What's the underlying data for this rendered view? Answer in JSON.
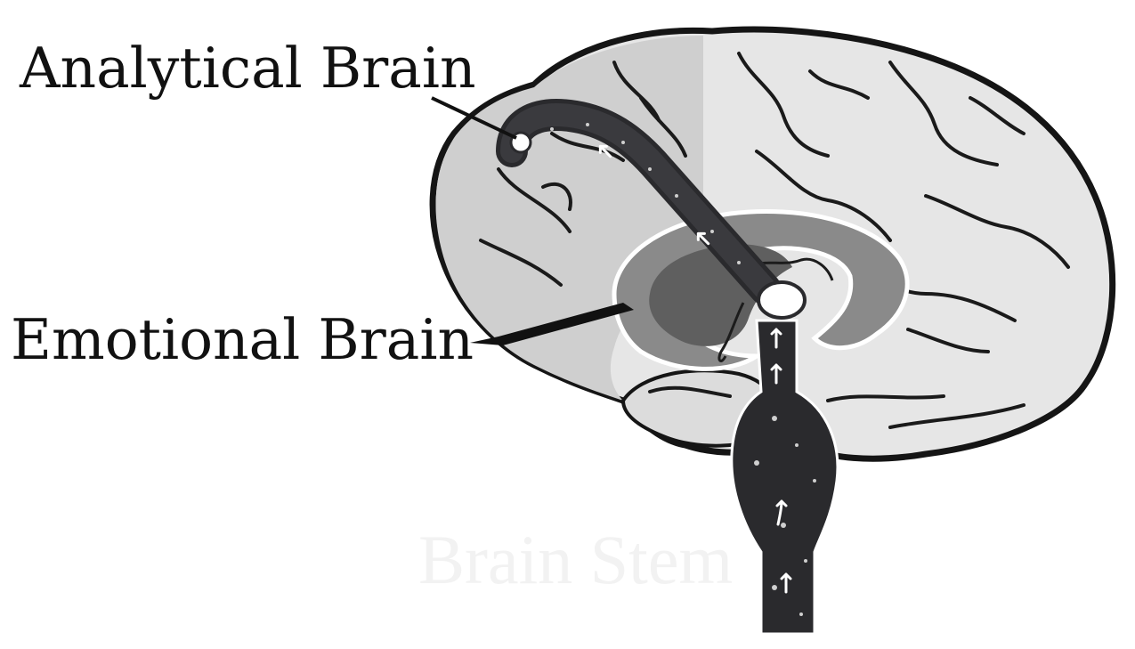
{
  "labels": {
    "analytical": "Analytical Brain",
    "emotional": "Emotional Brain",
    "watermark": "Brain Stem"
  },
  "colors": {
    "cortex_fill": "#e6e6e6",
    "frontal_fill": "#cfcfcf",
    "outline": "#151515",
    "pathway": "#2a2a2d",
    "limbic_outer": "#8a8a8a",
    "limbic_inner": "#5f5f5f",
    "node": "#ffffff",
    "arrow": "#ffffff"
  },
  "icons": {
    "flow_arrow": "up-arrow-icon",
    "junction_node": "circle-node-icon"
  }
}
